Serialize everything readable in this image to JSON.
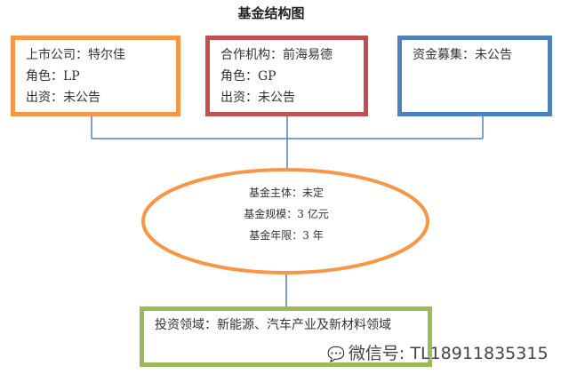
{
  "title": "基金结构图",
  "colors": {
    "orange": "#f79646",
    "red": "#c0504d",
    "blue": "#4f81bd",
    "green": "#9bbb59",
    "connector": "#4f81bd"
  },
  "boxes": [
    {
      "lines": [
        "上市公司：特尔佳",
        "角色：LP",
        "出资：未公告"
      ]
    },
    {
      "lines": [
        "合作机构：前海易德",
        "角色：GP",
        "出资：未公告"
      ]
    },
    {
      "lines": [
        "资金募集：未公告"
      ]
    }
  ],
  "fund": {
    "lines": [
      "基金主体：未定",
      "基金规模：3 亿元",
      "基金年限：3 年"
    ]
  },
  "investment": {
    "text": "投资领域：新能源、汽车产业及新材料领域"
  },
  "watermark": {
    "icon": "wechat-icon",
    "text": "微信号: TL18911835315"
  }
}
